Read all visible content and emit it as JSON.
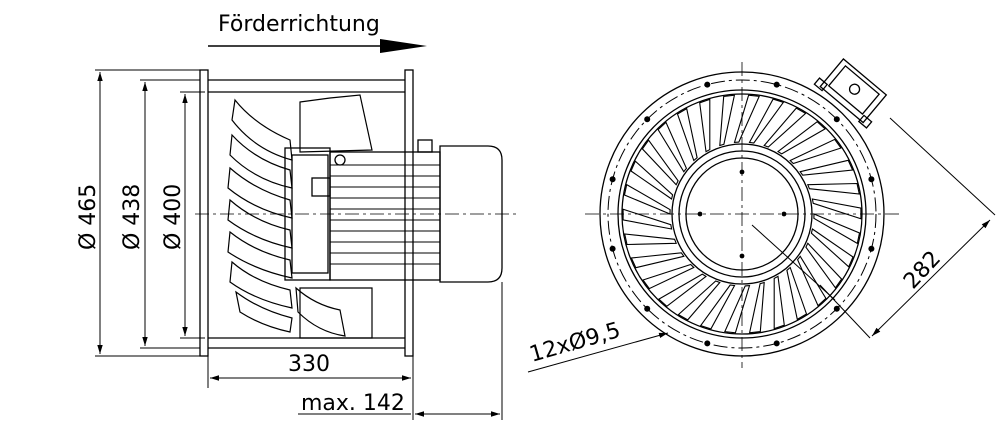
{
  "side_view": {
    "flow_direction_label": "Förderrichtung",
    "dim_diameter_465": "Ø 465",
    "dim_diameter_438": "Ø 438",
    "dim_diameter_400": "Ø 400",
    "dim_length_330": "330",
    "dim_max_142": "max. 142"
  },
  "front_view": {
    "dim_holes": "12xØ9,5",
    "dim_282": "282"
  }
}
